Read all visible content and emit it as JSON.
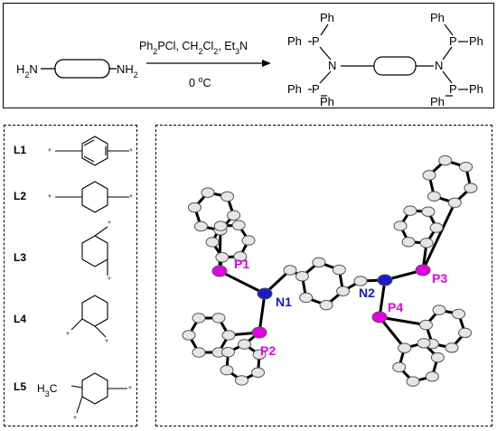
{
  "reaction": {
    "reactant_left": "H2N",
    "reactant_right": "NH2",
    "reagents": "Ph2PCl, CH2Cl2, Et3N",
    "conditions": "0 oC",
    "ph_label": "Ph",
    "p_label": "P",
    "n_label": "N"
  },
  "ligands": [
    {
      "label": "L1",
      "core": "benzene-para"
    },
    {
      "label": "L2",
      "core": "cyclohexane-1,4"
    },
    {
      "label": "L3",
      "core": "cyclohexane-1,3"
    },
    {
      "label": "L4",
      "core": "cyclohexane-1,2"
    },
    {
      "label": "L5",
      "core": "methylcyclohexane",
      "substituent": "H3C"
    }
  ],
  "attachment_mark": "*",
  "crystal_labels": {
    "p1": "P1",
    "p2": "P2",
    "p3": "P3",
    "p4": "P4",
    "n1": "N1",
    "n2": "N2"
  },
  "colors": {
    "phosphorus": "#e600e6",
    "nitrogen": "#1a1acc",
    "atom_fill": "#e6e6e6",
    "bond": "#000000"
  }
}
